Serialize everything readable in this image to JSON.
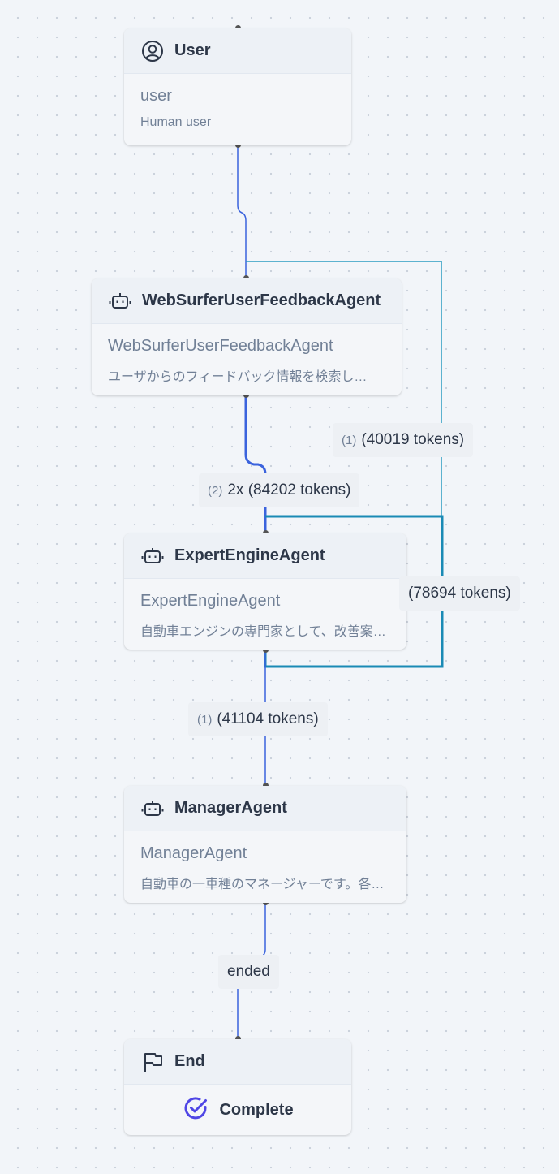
{
  "nodes": {
    "user": {
      "title": "User",
      "name": "user",
      "description": "Human user",
      "icon": "user-circle-icon"
    },
    "websurfer": {
      "title": "WebSurferUserFeedbackAgent",
      "name": "WebSurferUserFeedbackAgent",
      "description": "ユーザからのフィードバック情報を検索し…",
      "icon": "robot-icon"
    },
    "expert": {
      "title": "ExpertEngineAgent",
      "name": "ExpertEngineAgent",
      "description": "自動車エンジンの専門家として、改善案…",
      "icon": "robot-icon"
    },
    "manager": {
      "title": "ManagerAgent",
      "name": "ManagerAgent",
      "description": "自動車の一車種のマネージャーです。各…",
      "icon": "robot-icon"
    },
    "end": {
      "title": "End",
      "status": "Complete",
      "icon": "flag-icon",
      "status_icon": "check-circle-icon"
    }
  },
  "edges": [
    {
      "from": "user",
      "to": "websurfer"
    },
    {
      "from": "websurfer",
      "to": "expert",
      "index": "(2)",
      "label": "2x (84202 tokens)",
      "color": "#3b63dd"
    },
    {
      "from": "expert",
      "to": "websurfer",
      "index": "(1)",
      "label": "(40019 tokens)",
      "color": "#2b9cc1"
    },
    {
      "from": "expert",
      "to": "expert",
      "label": "(78694 tokens)",
      "color": "#1a8ab5"
    },
    {
      "from": "expert",
      "to": "manager",
      "index": "(1)",
      "label": "(41104 tokens)",
      "color": "#3b63dd"
    },
    {
      "from": "manager",
      "to": "end",
      "label": "ended",
      "color": "#3b63dd"
    }
  ],
  "colors": {
    "edge_blue": "#3b63dd",
    "edge_teal": "#2b9cc1",
    "loop_teal": "#1a8ab5",
    "check_indigo": "#4f46e5"
  }
}
